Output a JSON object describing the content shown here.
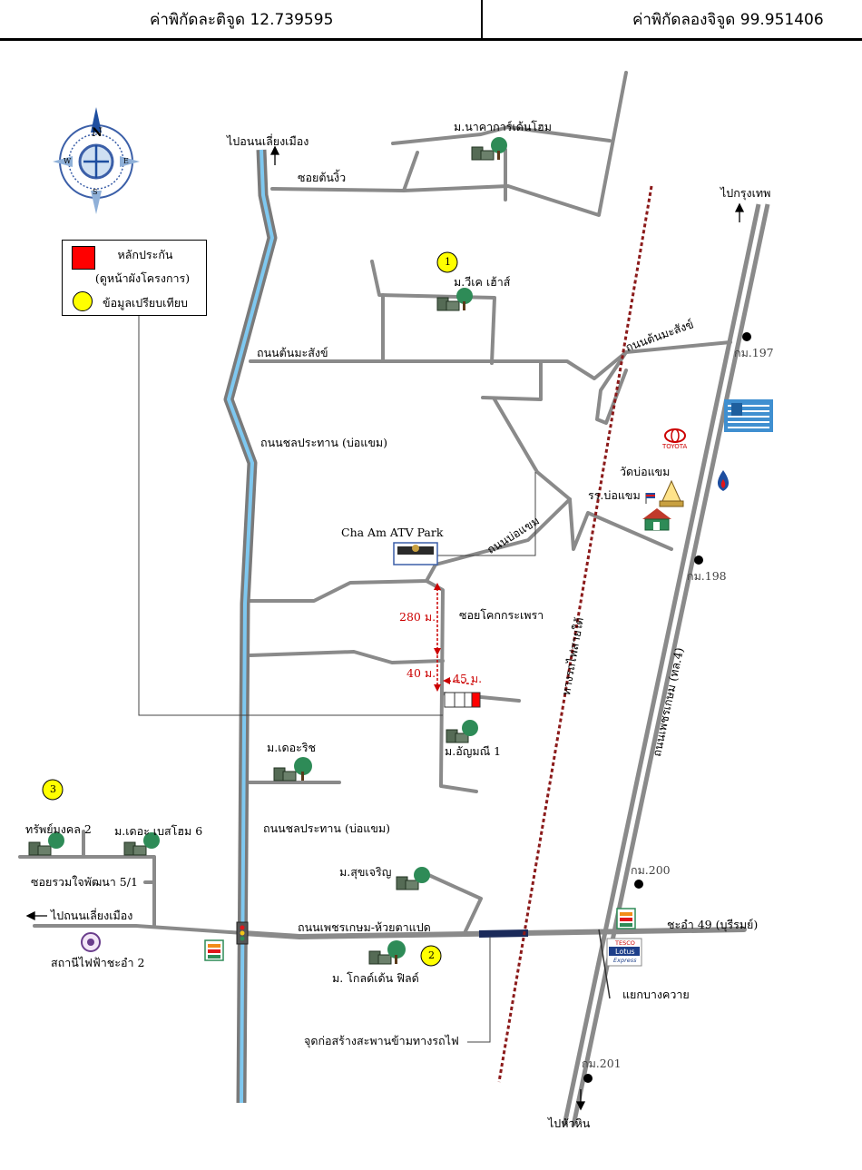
{
  "header": {
    "latitude_label": "ค่าพิกัดละติจูด 12.739595",
    "longitude_label": "ค่าพิกัดลองจิจูด 99.951406"
  },
  "compass": {
    "n": "N",
    "s": "S",
    "e": "E",
    "w": "W"
  },
  "legend": {
    "collateral": "หลักประกัน",
    "collateral_note": "(ดูหน้าผังโครงการ)",
    "comparable": "ข้อมูลเปรียบเทียบ",
    "collateral_color": "#ff0000",
    "comparable_color": "#ffff00"
  },
  "roads": {
    "to_nong_lueng_mueang_top": "ไปอนนเลี่ยงเมือง",
    "soi_ton_ngio": "ซอยต้นงิ้ว",
    "thanon_ton_masang": "ถนนต้นมะสังข์",
    "thanon_ton_masang_2": "ถนนต้นมะสังข์",
    "chonprathan_upper": "ถนนชลประทาน (บ่อแขม)",
    "chonprathan_lower": "ถนนชลประทาน (บ่อแขม)",
    "thanon_bo_khaem": "ถนนบ่อแขม",
    "soi_khok_krapao": "ซอยโคกกระเพรา",
    "railway": "ทางรถไฟสายใต้",
    "phetkasem": "ถนนเพชรเกษม (ทล.4)",
    "phetkasem_huai": "ถนนเพชรเกษม-ห้วยตาแปด",
    "soi_ruam": "ซอยรวมใจพัฒนา 5/1",
    "to_bypass_left": "ไปถนนเลี่ยงเมือง",
    "cha_am_49": "ชะอำ 49 (บุรีรมย์)",
    "to_bangkok": "ไปกรุงเทพ",
    "to_hua_hin": "ไปหัวหิน",
    "yaek_bang_khwai": "แยกบางควาย",
    "bridge": "จุดก่อสร้างสะพานข้ามทางรถไฟ"
  },
  "places": {
    "naka_garden": "ม.นาคาการ์เด้นโฮม",
    "vk_house": "ม.วีเค เฮ้าส์",
    "cha_am_atv": "Cha Am ATV Park",
    "wat_bo_khaem": "วัดบ่อแขม",
    "school_bo_khaem": "รร.บ่อแขม",
    "the_rich": "ม.เดอะริช",
    "anyamanee": "ม.อัญมณี 1",
    "sap_mongkol": "ทรัพย์มงคล 2",
    "the_best_home": "ม.เดอะ เบสโฮม 6",
    "suk_charoen": "ม.สุขเจริญ",
    "gold_field": "ม. โกลด์เด้น ฟิลด์",
    "electric_station": "สถานีไฟฟ้าชะอำ 2",
    "toyota": "TOYOTA",
    "tesco": "TESCO",
    "lotus": "Lotus",
    "express": "Express"
  },
  "markers": {
    "one": "1",
    "two": "2",
    "three": "3"
  },
  "km_posts": {
    "km197": "กม.197",
    "km198": "กม.198",
    "km200": "กม.200",
    "km201": "กม.201"
  },
  "distances": {
    "d280": "280 ม.",
    "d40": "40 ม.",
    "d45": "45 ม."
  },
  "colors": {
    "road": "#8a8a8a",
    "canal": "#7ec8f0",
    "railway": "#8b1a1a",
    "distance": "#cc0000"
  }
}
